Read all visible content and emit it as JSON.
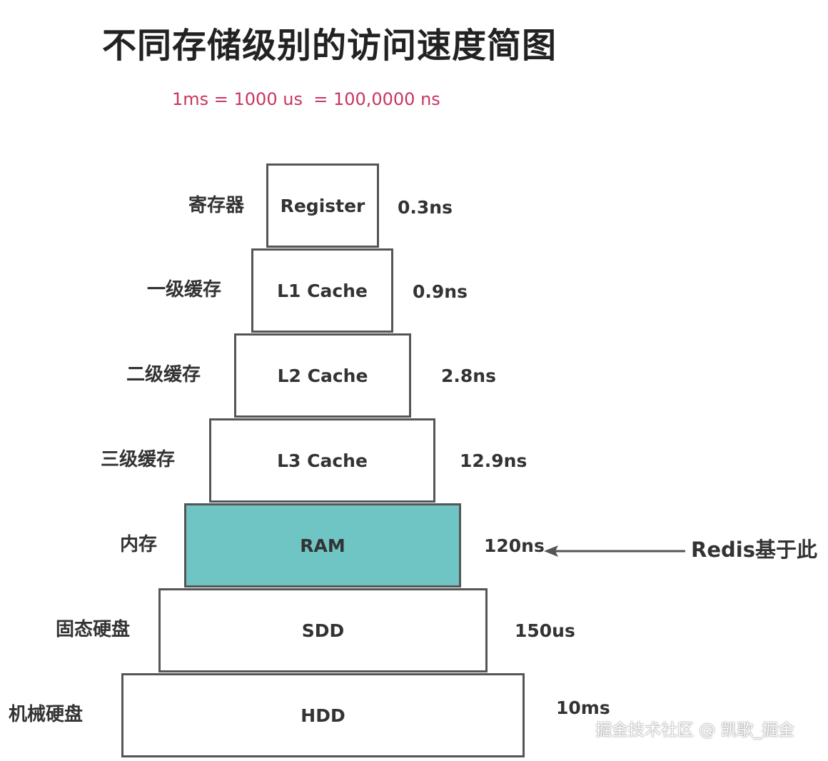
{
  "title": "不同存储级别的访问速度简图",
  "conversion": "1ms = 1000 us  = 100,0000 ns",
  "levels": [
    {
      "cn": "寄存器",
      "en": "Register",
      "speed": "0.3ns",
      "highlight": false
    },
    {
      "cn": "一级缓存",
      "en": "L1 Cache",
      "speed": "0.9ns",
      "highlight": false
    },
    {
      "cn": "二级缓存",
      "en": "L2 Cache",
      "speed": "2.8ns",
      "highlight": false
    },
    {
      "cn": "三级缓存",
      "en": "L3 Cache",
      "speed": "12.9ns",
      "highlight": false
    },
    {
      "cn": "内存",
      "en": "RAM",
      "speed": "120ns",
      "highlight": true
    },
    {
      "cn": "固态硬盘",
      "en": "SDD",
      "speed": "150us",
      "highlight": false
    },
    {
      "cn": "机械硬盘",
      "en": "HDD",
      "speed": "10ms",
      "highlight": false
    }
  ],
  "redis_note": "Redis基于此",
  "watermark": "掘金技术社区 @ 凯歌_掘金",
  "colors": {
    "highlight": "#6fc5c4",
    "conversion": "#c7365f",
    "border": "#555555"
  }
}
